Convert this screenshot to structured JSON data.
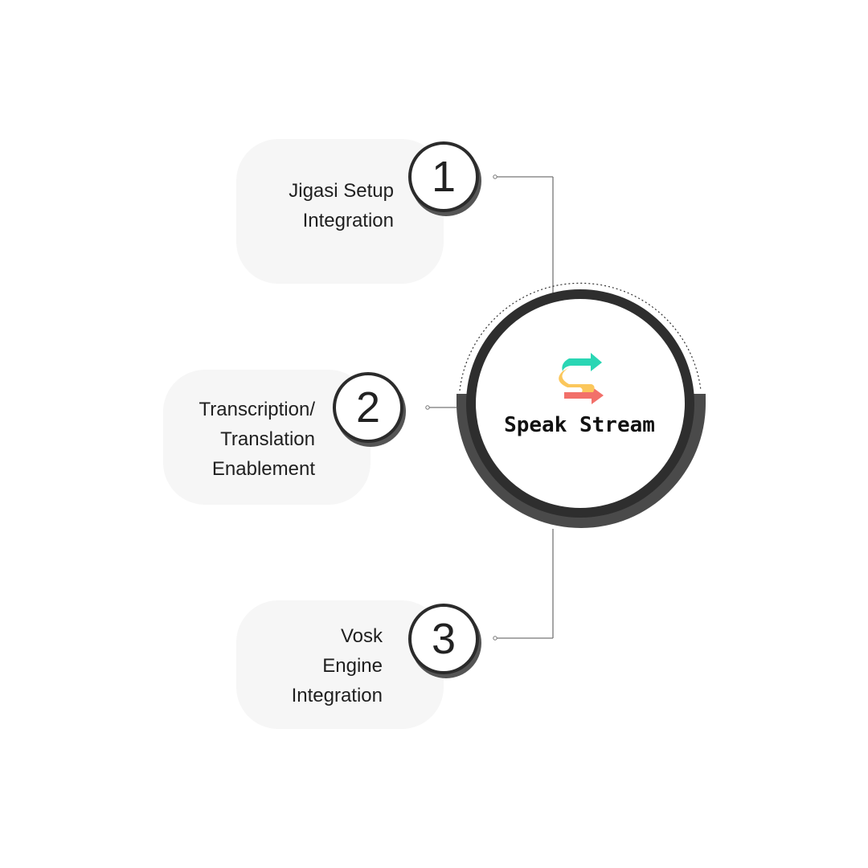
{
  "hub": {
    "title": "Speak Stream",
    "logo_icon": "speak-stream-s-arrows-icon",
    "logo_colors": {
      "top": "#2ad6b4",
      "middle": "#fbc75c",
      "bottom": "#f2706a"
    }
  },
  "steps": [
    {
      "number": "1",
      "lines": [
        "Jigasi Setup",
        "Integration"
      ]
    },
    {
      "number": "2",
      "lines": [
        "Transcription/",
        "Translation",
        "Enablement"
      ]
    },
    {
      "number": "3",
      "lines": [
        "Vosk",
        "Engine",
        "Integration"
      ]
    }
  ],
  "colors": {
    "card_background": "#f6f6f6",
    "ring_dark": "#2b2b2b",
    "ring_shadow": "#555555",
    "connector": "#777777"
  }
}
